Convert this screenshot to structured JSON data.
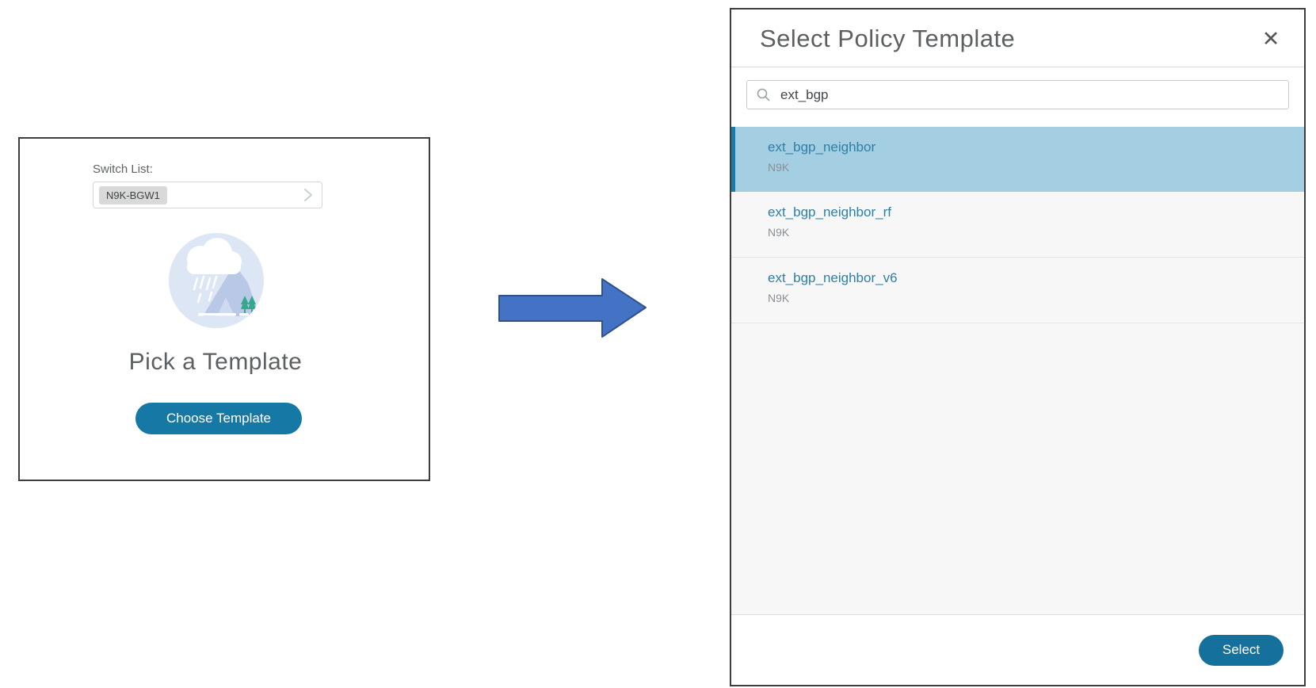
{
  "left_panel": {
    "switch_list_label": "Switch List:",
    "switch_chip": "N9K-BGW1",
    "heading": "Pick a Template",
    "choose_button_label": "Choose Template"
  },
  "arrow": {
    "direction": "right"
  },
  "dialog": {
    "title": "Select Policy Template",
    "close_label": "✕",
    "search_value": "ext_bgp",
    "items": [
      {
        "name": "ext_bgp_neighbor",
        "platform": "N9K",
        "selected": true
      },
      {
        "name": "ext_bgp_neighbor_rf",
        "platform": "N9K",
        "selected": false
      },
      {
        "name": "ext_bgp_neighbor_v6",
        "platform": "N9K",
        "selected": false
      }
    ],
    "select_button_label": "Select"
  },
  "colors": {
    "choose_button_bg": "#1578a5",
    "select_button_bg": "#15719c",
    "selected_row_bg": "#a4cee1",
    "selected_row_bar": "#1a7ca8",
    "item_title_text": "#2e7fa6",
    "arrow_fill": "#4472c4",
    "arrow_stroke": "#2f528f",
    "list_background": "#f7f7f8"
  }
}
